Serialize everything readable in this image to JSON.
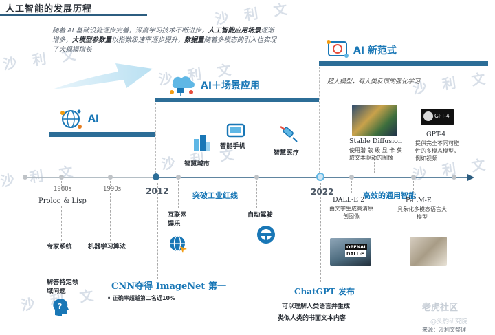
{
  "header": {
    "title": "人工智能的发展历程"
  },
  "intro": {
    "p1": "随着 AI 基础设施逐步完善，深度学习技术不断进步，",
    "b1": "人工智能应用场景",
    "p2": "逐渐增多，",
    "b2": "大模型参数量",
    "p3": "以指数级速率逐步提升，",
    "b3": "数据量",
    "p4": "随着多模态的引入也实现了大规模增长"
  },
  "eras": {
    "ai": "AI",
    "scene": "AI＋场景应用",
    "paradigm": "AI 新范式",
    "paradigm_sub": "超大模型，有人类反馈的强化学习"
  },
  "timeline": {
    "y1980": "1980s",
    "y1990": "1990s",
    "y2012": "2012",
    "y2022": "2022",
    "break1": "突破工业红线",
    "break2": "高效的通用智能"
  },
  "early": {
    "prolog": "Prolog & Lisp",
    "expert": "专家系统",
    "ml": "机器学习算法",
    "qa": "解答特定领域问题"
  },
  "scene": {
    "city": "智慧城市",
    "phone": "智能手机",
    "medical": "智慧医疗",
    "internet": "互联网娱乐",
    "autodrive": "自动驾驶",
    "cnn": "CNN夺得 ImageNet 第一",
    "cnn_sub": "正确率超越第二名近10%"
  },
  "paradigm": {
    "sd": "Stable Diffusion",
    "sd_sub": "使用潜 散 级 显 卡 获取文本驱动的图像",
    "gpt4": "GPT-4",
    "gpt4_sub": "提供完全不同可能性的多模态模型，例如视频",
    "gpt4_badge": "GPT-4",
    "dalle": "DALL-E 2",
    "dalle_sub": "由文字生成高清原创图像",
    "dalle_badge1": "OPENAI",
    "dalle_badge2": "DALL·E",
    "palme": "PaLM-E",
    "palme_sub": "具象化多模态语言大模型",
    "chatgpt": "ChatGPT 发布",
    "chatgpt_sub1": "可以理解人类语言并生成",
    "chatgpt_sub2": "类似人类的书面文本内容"
  },
  "watermarks": [
    "沙 利 文",
    "沙 利 文",
    "沙 利 文",
    "沙 利 文",
    "沙 利 文",
    "沙 利 文",
    "沙 利 文",
    "沙 利 文"
  ],
  "footer": {
    "brand1": "老虎社区",
    "brand2": "@头豹研究院",
    "source": "来源：沙利文整理"
  },
  "colors": {
    "bar": "#2c6d97",
    "accent_blue": "#1977b6",
    "timeline": "#2c5d80",
    "dot_major": "#2c6d97",
    "dot_minor": "#bfc3c7"
  }
}
